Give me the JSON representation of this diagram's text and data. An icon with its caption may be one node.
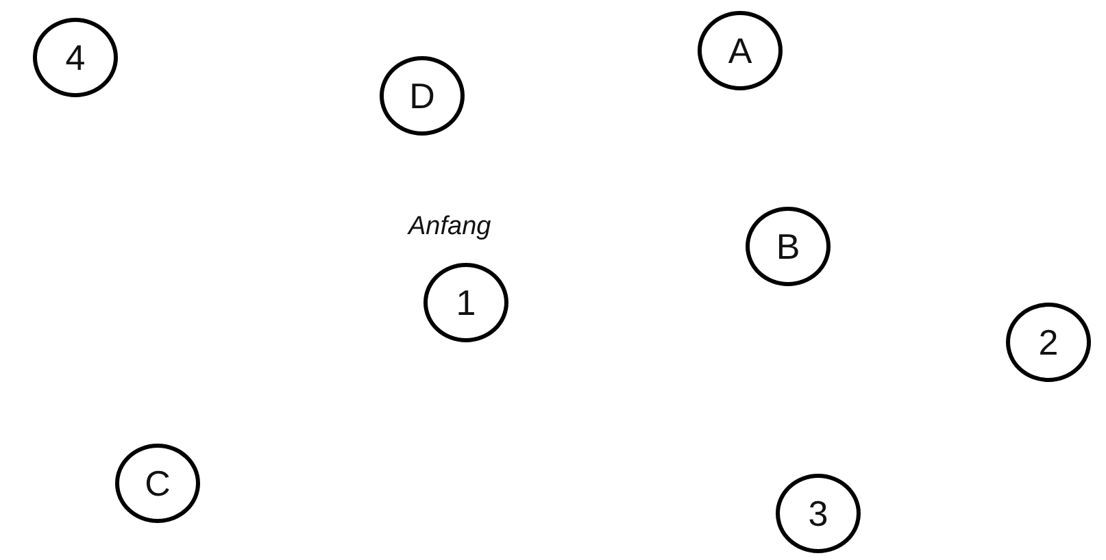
{
  "diagram": {
    "nodes": [
      {
        "text": [
          "4"
        ]
      },
      {
        "text": [
          "A"
        ]
      },
      {
        "text": [
          "D"
        ]
      },
      {
        "text": [
          "B"
        ]
      },
      {
        "text": [
          "1"
        ],
        "beside": [
          "Anfang"
        ]
      },
      {
        "text": [
          "2"
        ]
      },
      {
        "text": [
          "C"
        ]
      },
      {
        "text": [
          "3"
        ]
      }
    ]
  }
}
